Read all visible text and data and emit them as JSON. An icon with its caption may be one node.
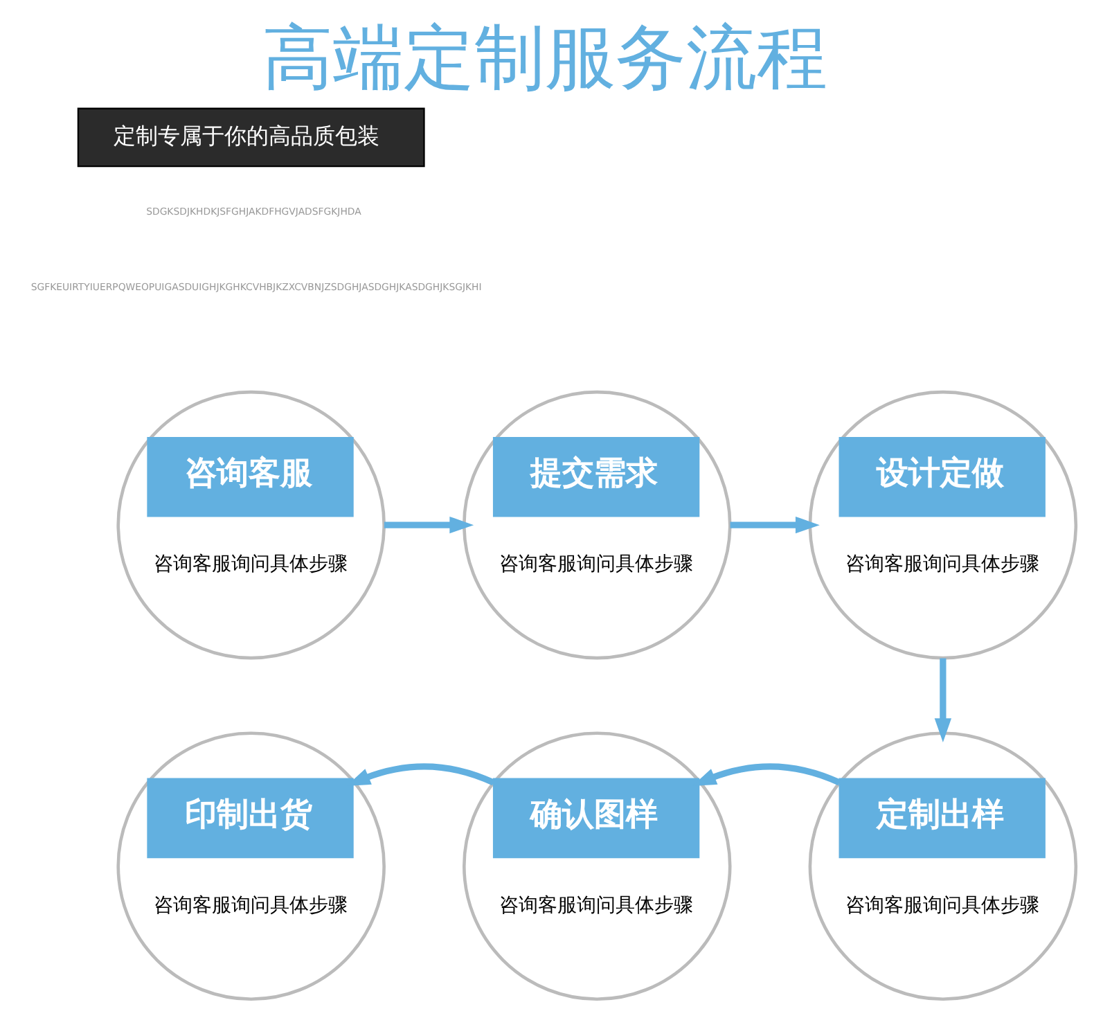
{
  "diagram": {
    "title": "高端定制服务流程",
    "nodes": [
      {
        "text": [
          "定制专属于你的高品质包装"
        ]
      },
      {
        "text": [
          "咨询客服",
          "咨询客服询问具体步骤"
        ]
      },
      {
        "text": [
          "提交需求",
          "咨询客服询问具体步骤"
        ]
      },
      {
        "text": [
          "设计定做",
          "咨询客服询问具体步骤"
        ]
      },
      {
        "text": [
          "印制出货",
          "咨询客服询问具体步骤"
        ]
      },
      {
        "text": [
          "确认图样",
          "咨询客服询问具体步骤"
        ]
      },
      {
        "text": [
          "定制出样",
          "咨询客服询问具体步骤"
        ]
      }
    ],
    "edges": [
      {
        "from": 1,
        "to": 2,
        "arrow": "to"
      },
      {
        "from": 2,
        "to": 3,
        "arrow": "to"
      },
      {
        "from": 3,
        "to": 6,
        "arrow": "to"
      },
      {
        "from": 6,
        "to": 5,
        "arrow": "to"
      },
      {
        "from": 5,
        "to": 4,
        "arrow": "to"
      }
    ],
    "labels": [
      "SDGKSDJKHDKJSFGHJAKDFHGVJADSFGKJHDA",
      "SGFKEUIRTYIUERPQWEOPUIGASDUIGHJKGHKCVHBJKZXCVBNJZSDGHJASDGHJKASDGHJKSGJKHI"
    ]
  }
}
